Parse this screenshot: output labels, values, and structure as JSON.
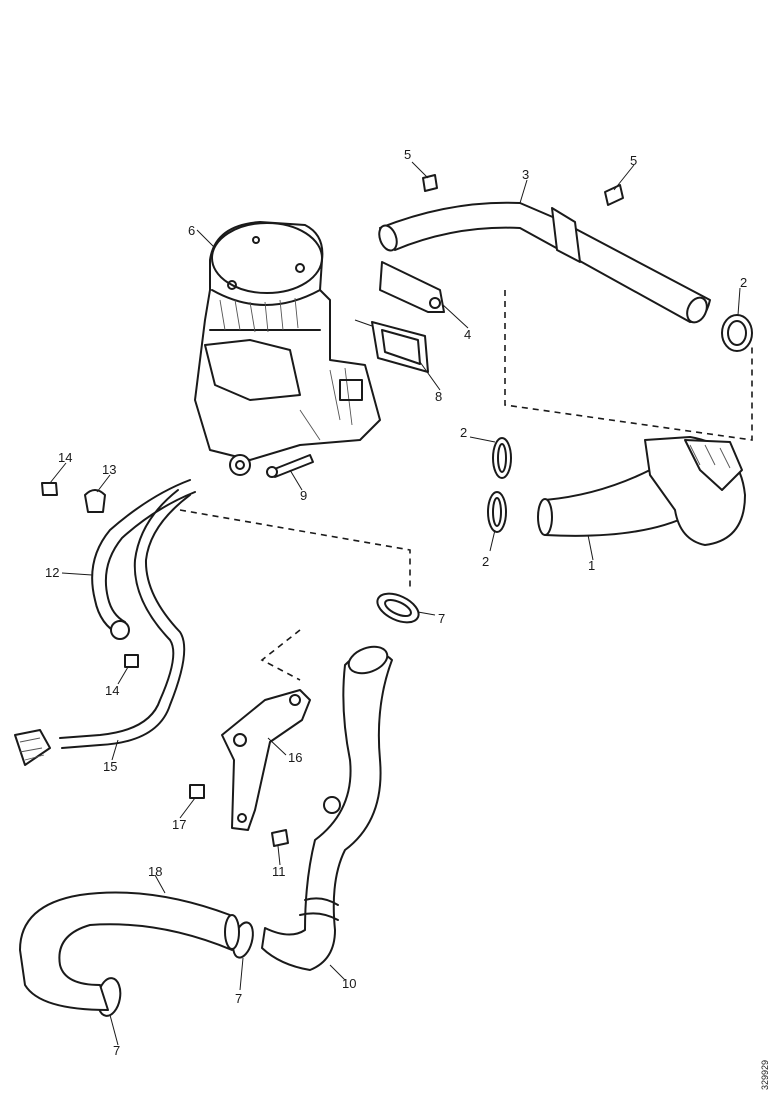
{
  "callouts": {
    "c1": "1",
    "c2a": "2",
    "c2b": "2",
    "c2c": "2",
    "c3": "3",
    "c4": "4",
    "c5a": "5",
    "c5b": "5",
    "c6": "6",
    "c7a": "7",
    "c7b": "7",
    "c7c": "7",
    "c8": "8",
    "c9": "9",
    "c10": "10",
    "c11": "11",
    "c12": "12",
    "c13": "13",
    "c14a": "14",
    "c14b": "14",
    "c15": "15",
    "c16": "16",
    "c17": "17",
    "c18": "18"
  },
  "reference_number": "329929"
}
